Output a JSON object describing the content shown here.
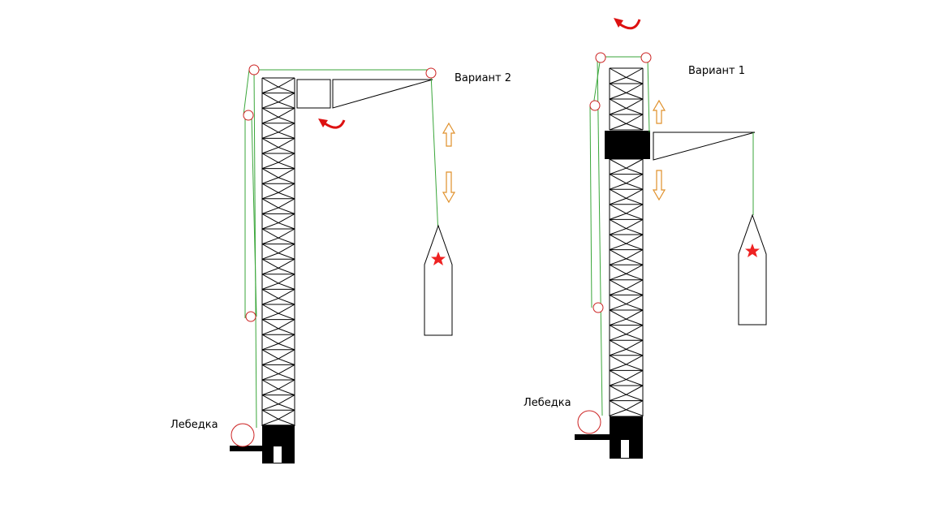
{
  "colors": {
    "rope": "#3aa63a",
    "pulley": "#cc2222",
    "rotation_arrow": "#dd1111",
    "motion_arrow": "#e0902a",
    "star": "#ee2222",
    "mast": "#000000"
  },
  "labels": {
    "variant_2": "Вариант 2",
    "variant_1": "Вариант 1",
    "winch_left": "Лебедка",
    "winch_right": "Лебедка"
  },
  "icons": {
    "rotation": "curved-arrow-icon",
    "motion_up": "arrow-up-icon",
    "motion_down": "arrow-down-icon",
    "load_marker": "star-icon"
  }
}
